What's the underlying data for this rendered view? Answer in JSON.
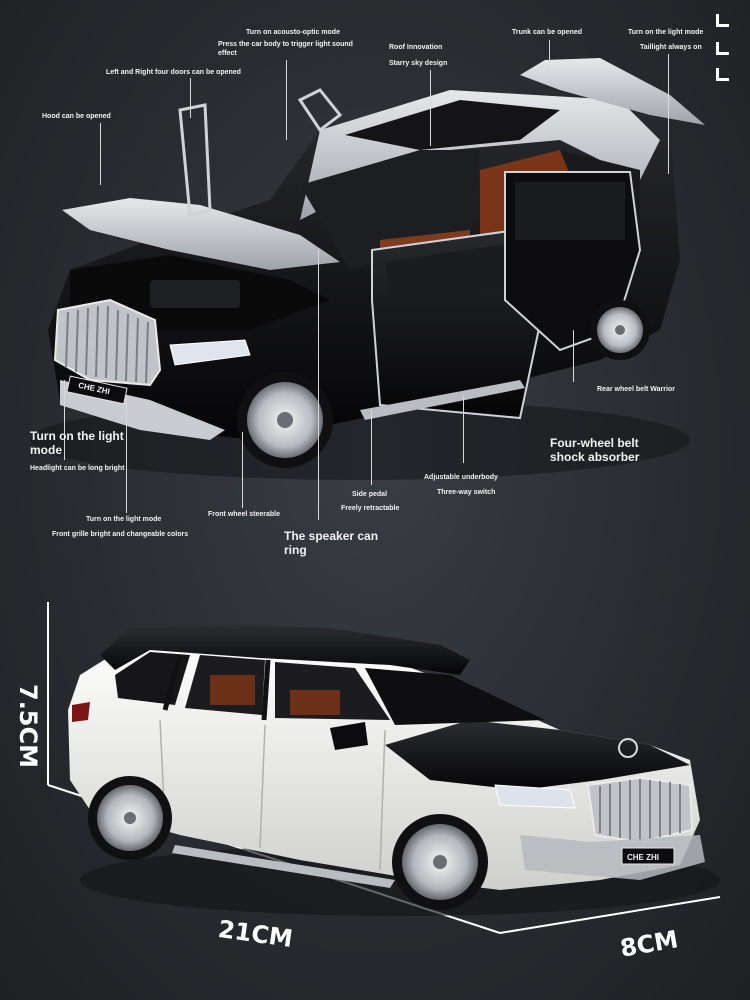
{
  "callouts": {
    "acousto": "Turn on acousto-optic mode",
    "press": "Press the car body to trigger light sound effect",
    "trunk": "Trunk can be opened",
    "light_mode_top": "Turn on the light mode",
    "taillight": "Taillight always on",
    "four_doors": "Left and Right four doors can be opened",
    "roof": "Roof Innovation",
    "starry": "Starry sky design",
    "hood": "Hood can be opened",
    "rear_wheel": "Rear wheel belt Warrior",
    "light_mode_big": "Turn on the light mode",
    "headlight": "Headlight can be long bright",
    "four_wheel": "Four-wheel belt shock absorber",
    "underbody": "Adjustable underbody",
    "switch": "Three-way switch",
    "side_pedal": "Side pedal",
    "retractable": "Freely retractable",
    "front_wheel": "Front wheel steerable",
    "light_mode_bottom": "Turn on the light mode",
    "grille": "Front grille bright and changeable colors",
    "speaker": "The speaker can ring"
  },
  "plates": {
    "top": "CHE ZHI",
    "bottom": "CHE ZHI"
  },
  "dimensions": {
    "height": "7.5CM",
    "length": "21CM",
    "width": "8CM"
  },
  "colors": {
    "background": "#2a2c31",
    "car_black": "#0c0c0e",
    "car_silver": "#c9ccd1",
    "car_white": "#f1f1ee",
    "interior": "#8a3f1f"
  }
}
